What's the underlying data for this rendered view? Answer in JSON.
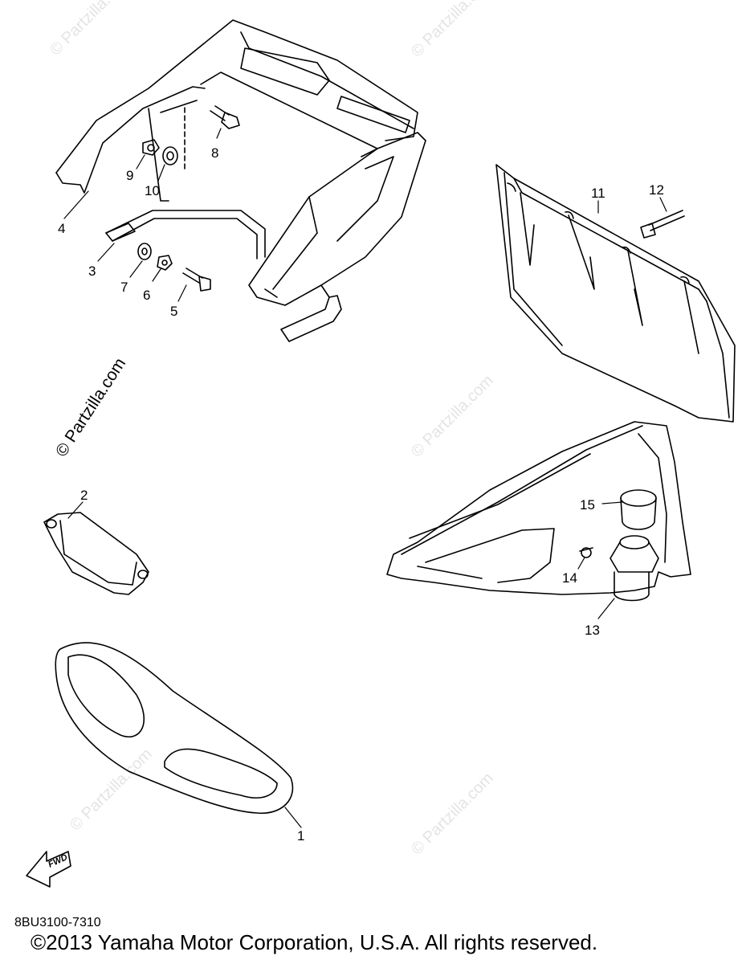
{
  "diagram": {
    "callouts": [
      "1",
      "2",
      "3",
      "4",
      "5",
      "6",
      "7",
      "8",
      "9",
      "10",
      "11",
      "12",
      "13",
      "14",
      "15"
    ],
    "watermark_text": "© Partzilla.com",
    "fwd_label": "FWD",
    "part_code": "8BU3100-7310",
    "copyright": "©2013  Yamaha Motor Corporation, U.S.A. All rights reserved."
  }
}
